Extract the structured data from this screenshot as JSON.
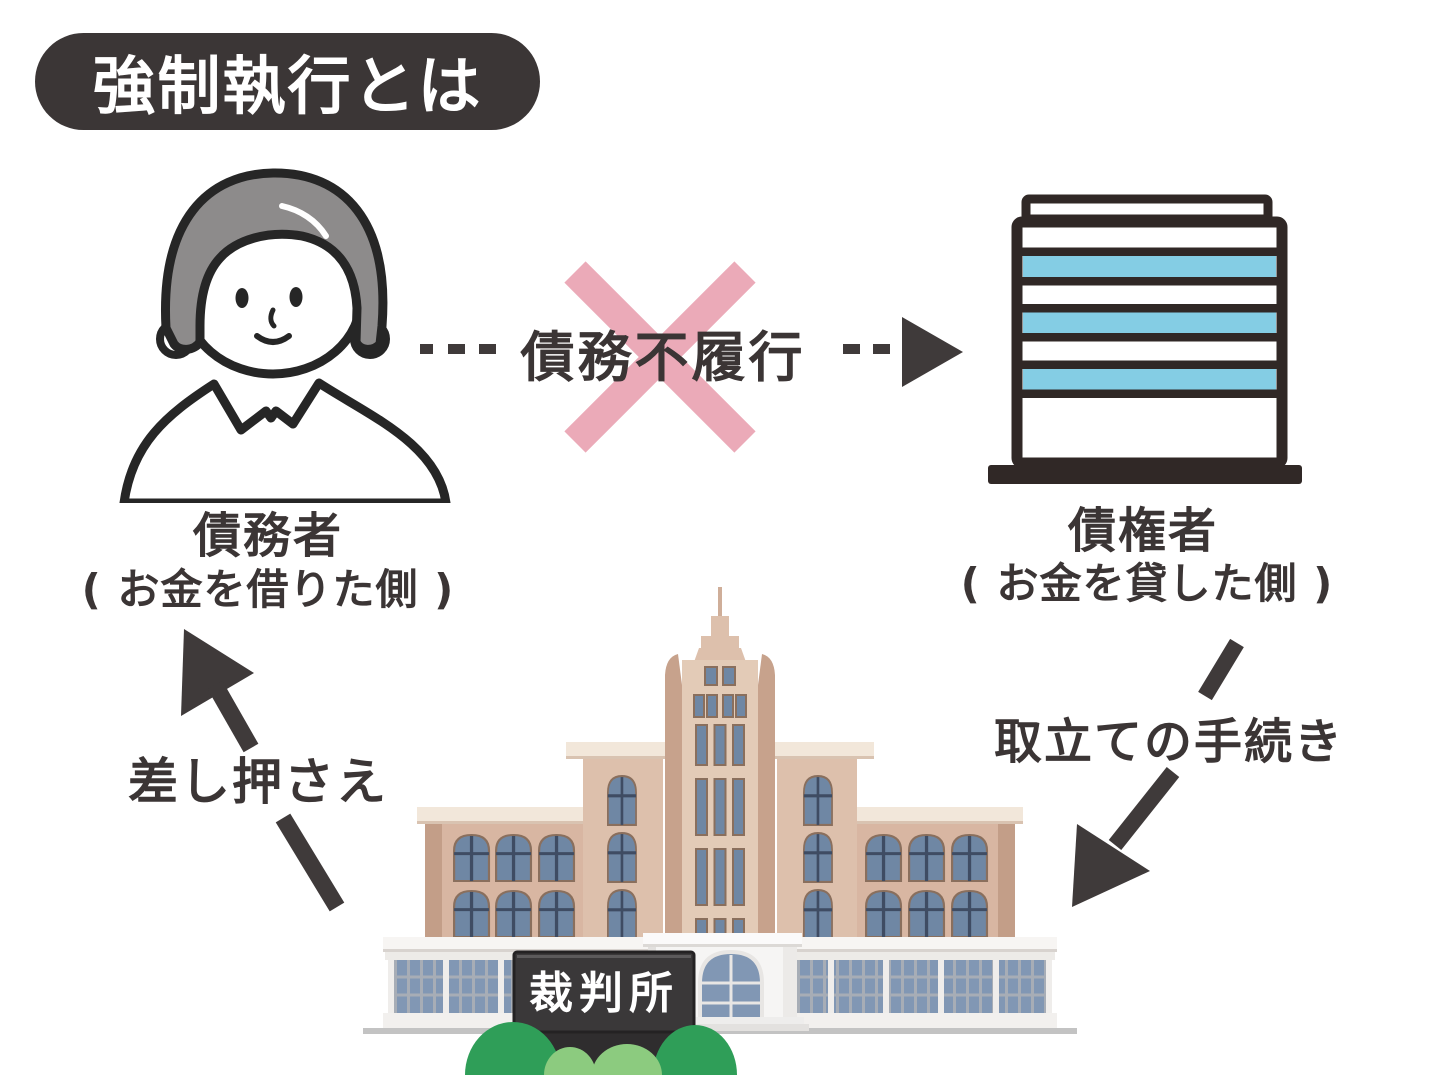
{
  "title": {
    "text": "強制執行とは"
  },
  "actors": {
    "debtor": {
      "name": "債務者",
      "role": "( お金を借りた側 )"
    },
    "creditor": {
      "name": "債権者",
      "role": "( お金を貸した側 )"
    }
  },
  "relations": {
    "default": {
      "label": "債務不履行"
    },
    "seizure": {
      "label": "差し押さえ"
    },
    "collection": {
      "label": "取立ての手続き"
    }
  },
  "courthouse": {
    "sign": "裁判所"
  },
  "colors": {
    "badge_bg": "#3b3636",
    "text": "#3b3535",
    "cross_pink": "#ebaab8",
    "arrow_dark": "#3f3a3a",
    "office_stripe_blue": "#84cde4",
    "office_outline": "#302826",
    "hair_gray": "#8d8b8b",
    "courthouse_wall": "#d8b6a2",
    "courthouse_wall_light": "#e3cbb7",
    "cornice_cream": "#f2e7da",
    "window_slate": "#6f87a4",
    "ground_glass": "#8197b4",
    "sign_bg": "#3a3839",
    "bush_dark": "#2f9e58",
    "bush_light": "#8ccb7f"
  }
}
